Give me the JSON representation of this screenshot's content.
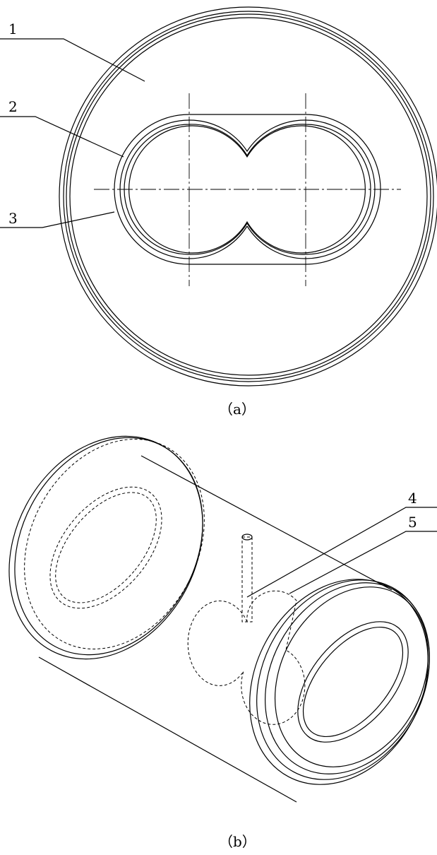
{
  "figure_a": {
    "caption": "（a）",
    "labels": [
      "1",
      "2",
      "3"
    ]
  },
  "figure_b": {
    "caption": "（b）",
    "labels": [
      "4",
      "5"
    ]
  }
}
